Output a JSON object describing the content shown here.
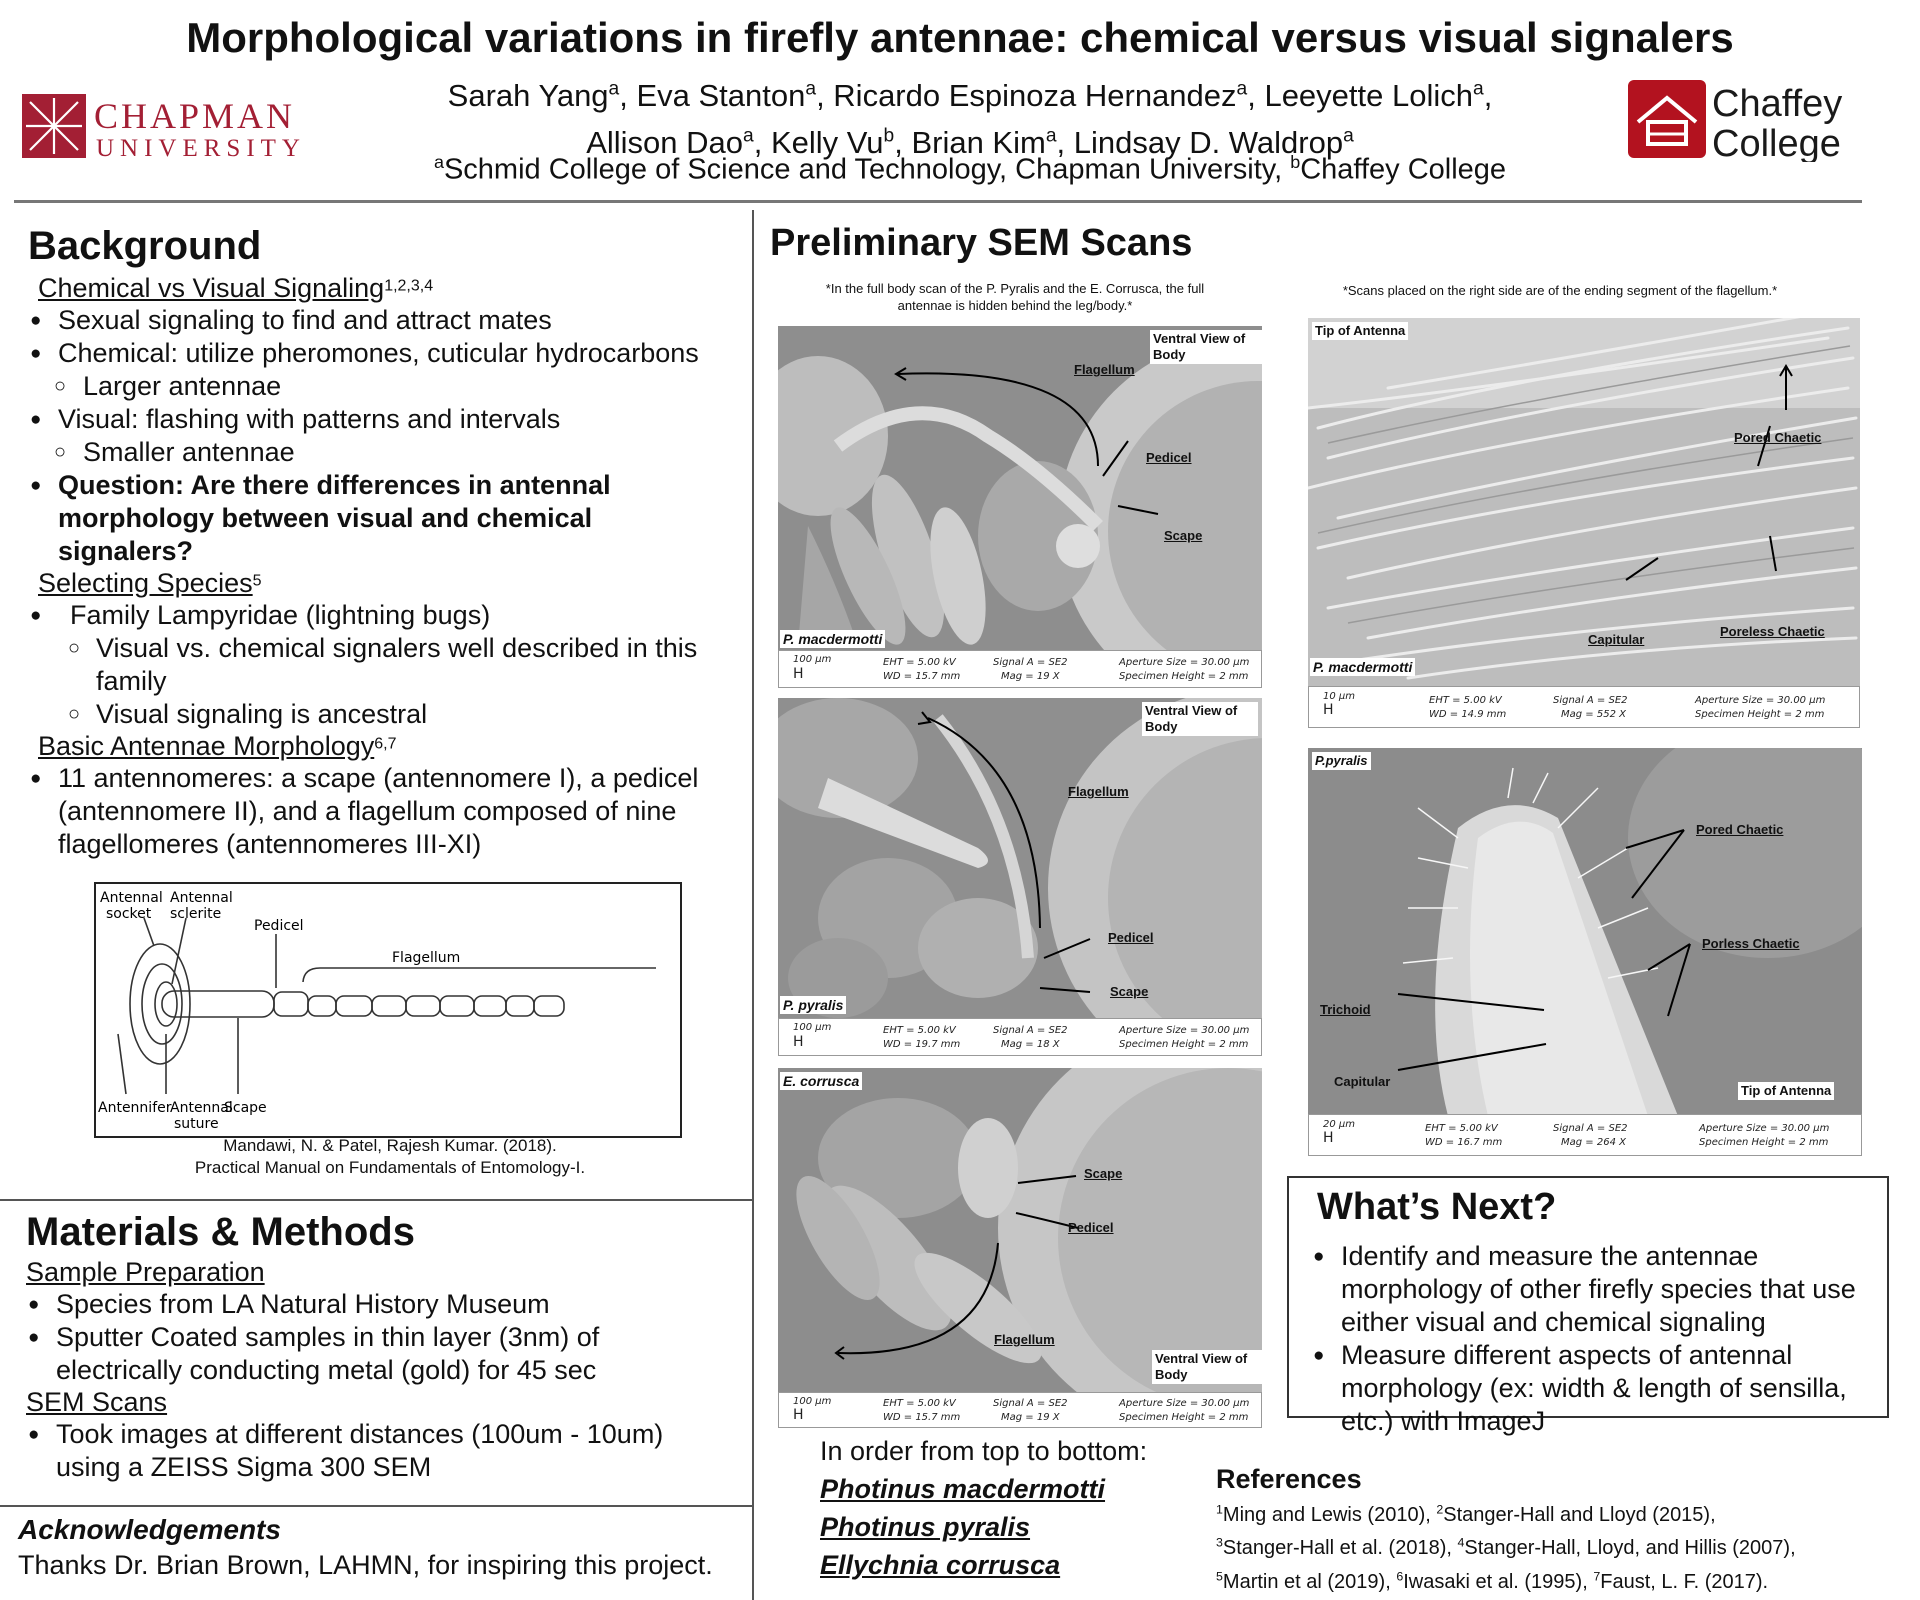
{
  "header": {
    "title": "Morphological variations in firefly antennae: chemical versus visual signalers",
    "authors": [
      {
        "name": "Sarah Yang",
        "aff": "a",
        "sep": ", "
      },
      {
        "name": "Eva Stanton",
        "aff": "a",
        "sep": ", "
      },
      {
        "name": "Ricardo Espinoza Hernandez",
        "aff": "a",
        "sep": ", "
      },
      {
        "name": "Leeyette Lolich",
        "aff": "a",
        "sep": ","
      },
      {
        "name": "Allison Dao",
        "aff": "a",
        "sep": ", "
      },
      {
        "name": "Kelly Vu",
        "aff": "b",
        "sep": ", "
      },
      {
        "name": "Brian Kim",
        "aff": "a",
        "sep": ", "
      },
      {
        "name": "Lindsay D. Waldrop",
        "aff": "a",
        "sep": ""
      }
    ],
    "affiliations": [
      {
        "mark": "a",
        "text": "Schmid College of Science and Technology, Chapman University, "
      },
      {
        "mark": "b",
        "text": "Chaffey College"
      }
    ],
    "chapman_logo": {
      "line1": "CHAPMAN",
      "line2": "UNIVERSITY",
      "color": "#a31f34"
    },
    "chaffey_logo": {
      "line1": "Chaffey",
      "line2": "College",
      "color": "#b3121f"
    }
  },
  "background": {
    "heading": "Background",
    "sub1": {
      "text": "Chemical vs Visual Signaling",
      "sup": "1,2,3,4"
    },
    "sub2": {
      "text": "Selecting Species",
      "sup": "5"
    },
    "sub3": {
      "text": "Basic Antennae Morphology",
      "sup": "6,7"
    },
    "items1": [
      "Sexual signaling to find and attract mates",
      "Chemical: utilize pheromones, cuticular hydrocarbons",
      "Larger antennae",
      "Visual: flashing with patterns and intervals",
      "Smaller antennae",
      "Question: Are there differences in antennal morphology between visual and chemical signalers?"
    ],
    "items2": [
      "Family Lampyridae (lightning bugs)",
      "Visual vs. chemical signalers well described in this family",
      "Visual signaling is ancestral"
    ],
    "items3": [
      "11 antennomeres: a scape (antennomere I), a pedicel (antennomere II), and a flagellum composed of nine flagellomeres (antennomeres III-XI)"
    ],
    "diagram": {
      "labels": [
        "Antennal socket",
        "Antennal sclerite",
        "Pedicel",
        "Flagellum",
        "Antennifer",
        "Antennal suture",
        "Scape"
      ],
      "caption1": "Mandawi, N. & Patel, Rajesh Kumar. (2018).",
      "caption2": "Practical Manual on Fundamentals of Entomology-I."
    }
  },
  "methods": {
    "heading": "Materials & Methods",
    "sub1": "Sample Preparation",
    "items1": [
      "Species from LA Natural History Museum",
      "Sputter Coated samples in thin layer (3nm) of electrically conducting metal (gold) for 45 sec"
    ],
    "sub2": "SEM Scans",
    "items2": [
      "Took images at different distances (100um - 10um) using a ZEISS Sigma 300 SEM"
    ]
  },
  "ack": {
    "heading": "Acknowledgements",
    "text": "Thanks Dr. Brian Brown, LAHMN, for inspiring this project."
  },
  "sem": {
    "heading": "Preliminary SEM Scans",
    "note_left": "*In the full body scan of the  P. Pyralis and the E. Corrusca, the full antennae is hidden behind the leg/body.*",
    "note_right": "*Scans placed on the right side are of the ending segment of the flagellum.*",
    "scans": [
      {
        "species": "P. macdermotti",
        "view": "Ventral View of Body",
        "labels": [
          "Flagellum",
          "Pedicel",
          "Scape"
        ],
        "bar": {
          "scale": "100 µm",
          "eht": "EHT =  5.00 kV",
          "wd": "WD = 15.7 mm",
          "signal": "Signal A = SE2",
          "mag": "Mag =   19 X",
          "aperture": "Aperture Size = 30.00 µm",
          "height": "Specimen Height =   2 mm"
        }
      },
      {
        "species": "P. pyralis",
        "view": "Ventral View of Body",
        "labels": [
          "Flagellum",
          "Pedicel",
          "Scape"
        ],
        "bar": {
          "scale": "100 µm",
          "eht": "EHT =  5.00 kV",
          "wd": "WD = 19.7 mm",
          "signal": "Signal A = SE2",
          "mag": "Mag =   18 X",
          "aperture": "Aperture Size = 30.00 µm",
          "height": "Specimen Height =   2 mm"
        }
      },
      {
        "species": "E. corrusca",
        "view": "Ventral View of Body",
        "labels": [
          "Scape",
          "Pedicel",
          "Flagellum"
        ],
        "bar": {
          "scale": "100 µm",
          "eht": "EHT =  5.00 kV",
          "wd": "WD = 15.7 mm",
          "signal": "Signal A = SE2",
          "mag": "Mag =   19 X",
          "aperture": "Aperture Size = 30.00 µm",
          "height": "Specimen Height =   2 mm"
        }
      },
      {
        "species": "P. macdermotti",
        "view": "Tip of Antenna",
        "labels": [
          "Pored Chaetic",
          "Capitular",
          "Poreless Chaetic"
        ],
        "bar": {
          "scale": "10 µm",
          "eht": "EHT =  5.00 kV",
          "wd": "WD = 14.9 mm",
          "signal": "Signal A = SE2",
          "mag": "Mag =   552 X",
          "aperture": "Aperture Size = 30.00 µm",
          "height": "Specimen Height =   2 mm"
        }
      },
      {
        "species": "P.pyralis",
        "view": "Tip of Antenna",
        "labels": [
          "Pored Chaetic",
          "Porless Chaetic",
          "Trichoid",
          "Capitular"
        ],
        "bar": {
          "scale": "20 µm",
          "eht": "EHT =  5.00 kV",
          "wd": "WD = 16.7 mm",
          "signal": "Signal A = SE2",
          "mag": "Mag =   264 X",
          "aperture": "Aperture Size = 30.00 µm",
          "height": "Specimen Height =   2 mm"
        }
      }
    ],
    "order_intro": "In order from top to bottom:",
    "order_species": [
      "Photinus macdermotti",
      "Photinus pyralis",
      "Ellychnia corrusca"
    ]
  },
  "next": {
    "heading": "What’s Next?",
    "items": [
      "Identify and measure the antennae morphology of other firefly species that use either visual and chemical signaling",
      "Measure different aspects of antennal morphology (ex: width & length of sensilla, etc.) with ImageJ"
    ]
  },
  "refs": {
    "heading": "References",
    "entries": [
      {
        "n": "1",
        "text": "Ming and Lewis (2010), "
      },
      {
        "n": "2",
        "text": "Stanger-Hall and Lloyd (2015),"
      },
      {
        "n": "3",
        "text": "Stanger-Hall et al. (2018), "
      },
      {
        "n": "4",
        "text": "Stanger-Hall, Lloyd, and Hillis (2007),"
      },
      {
        "n": "5",
        "text": "Martin et al (2019), "
      },
      {
        "n": "6",
        "text": "Iwasaki et al. (1995), "
      },
      {
        "n": "7",
        "text": "Faust, L. F. (2017)."
      }
    ]
  }
}
